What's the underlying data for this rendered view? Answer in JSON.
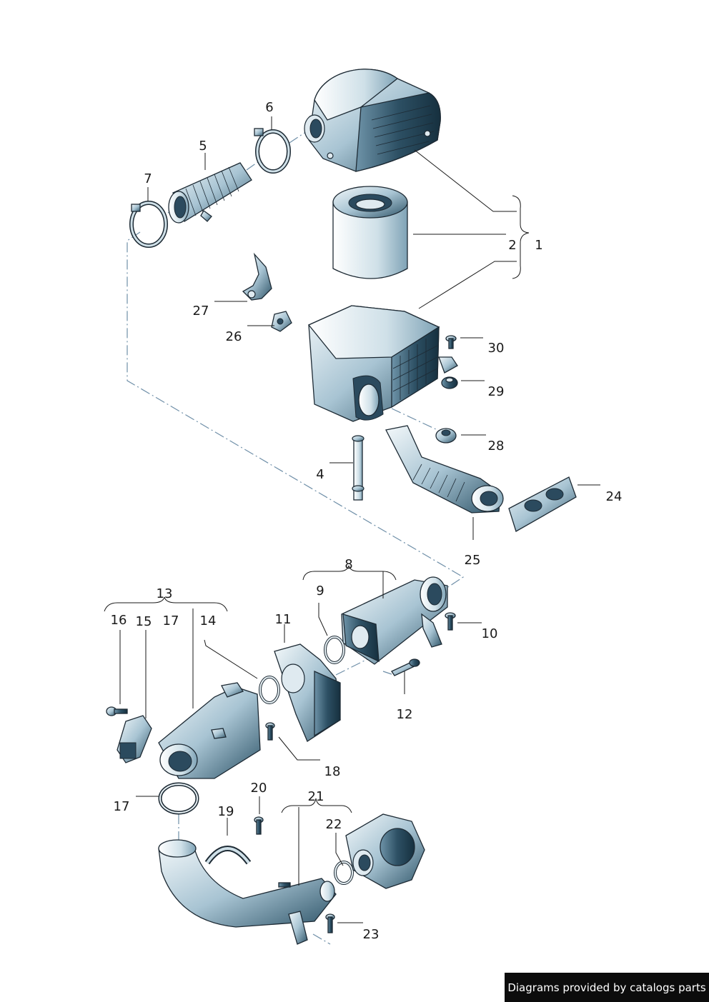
{
  "labels": {
    "p1": "1",
    "p2": "2",
    "p4": "4",
    "p5": "5",
    "p6": "6",
    "p7": "7",
    "p8": "8",
    "p9": "9",
    "p10": "10",
    "p11": "11",
    "p12": "12",
    "p13": "13",
    "p14": "14",
    "p15": "15",
    "p16": "16",
    "p17a": "17",
    "p17b": "17",
    "p18": "18",
    "p19": "19",
    "p20": "20",
    "p21": "21",
    "p22": "22",
    "p23": "23",
    "p24": "24",
    "p25": "25",
    "p26": "26",
    "p27": "27",
    "p28": "28",
    "p29": "29",
    "p30": "30"
  },
  "footer": {
    "text": "Diagrams provided by catalogs parts"
  },
  "colors": {
    "part_light": "#e8f1f5",
    "part_mid": "#8fb3c6",
    "part_dark": "#1f4257",
    "dash_line": "#6f8fa8"
  }
}
